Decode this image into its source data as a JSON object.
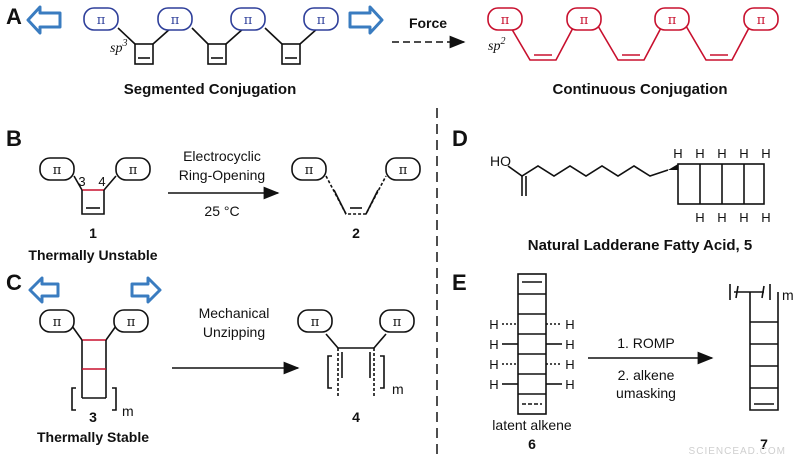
{
  "panel_labels": {
    "a": "A",
    "b": "B",
    "c": "C",
    "d": "D",
    "e": "E"
  },
  "pi_symbol": "π",
  "panel_a": {
    "sp3_label": "sp",
    "sp3_sup": "3",
    "sp2_label": "sp",
    "sp2_sup": "2",
    "arrow_label": "Force",
    "left_caption": "Segmented Conjugation",
    "right_caption": "Continuous Conjugation"
  },
  "panel_b": {
    "position_labels": [
      "3",
      "4"
    ],
    "arrow_line1": "Electrocyclic",
    "arrow_line2": "Ring-Opening",
    "arrow_condition": "25 °C",
    "compound_1": "1",
    "compound_2": "2",
    "caption": "Thermally Unstable"
  },
  "panel_c": {
    "arrow_line1": "Mechanical",
    "arrow_line2": "Unzipping",
    "repeat_m": "m",
    "compound_3": "3",
    "compound_4": "4",
    "caption": "Thermally Stable"
  },
  "panel_d": {
    "acid_group": "HO",
    "h_atom": "H",
    "caption": "Natural Ladderane Fatty Acid, 5"
  },
  "panel_e": {
    "h_atom": "H",
    "step1": "1. ROMP",
    "step2_line1": "2. alkene",
    "step2_line2": "umasking",
    "latent_label": "latent alkene",
    "compound_6": "6",
    "compound_7": "7",
    "repeat_m": "m"
  },
  "colors": {
    "blue": "#2e3f9a",
    "red": "#c8102e",
    "arrow_blue": "#3a7cc0",
    "dark": "#111111"
  },
  "watermark": "SCIENCEAD.COM"
}
